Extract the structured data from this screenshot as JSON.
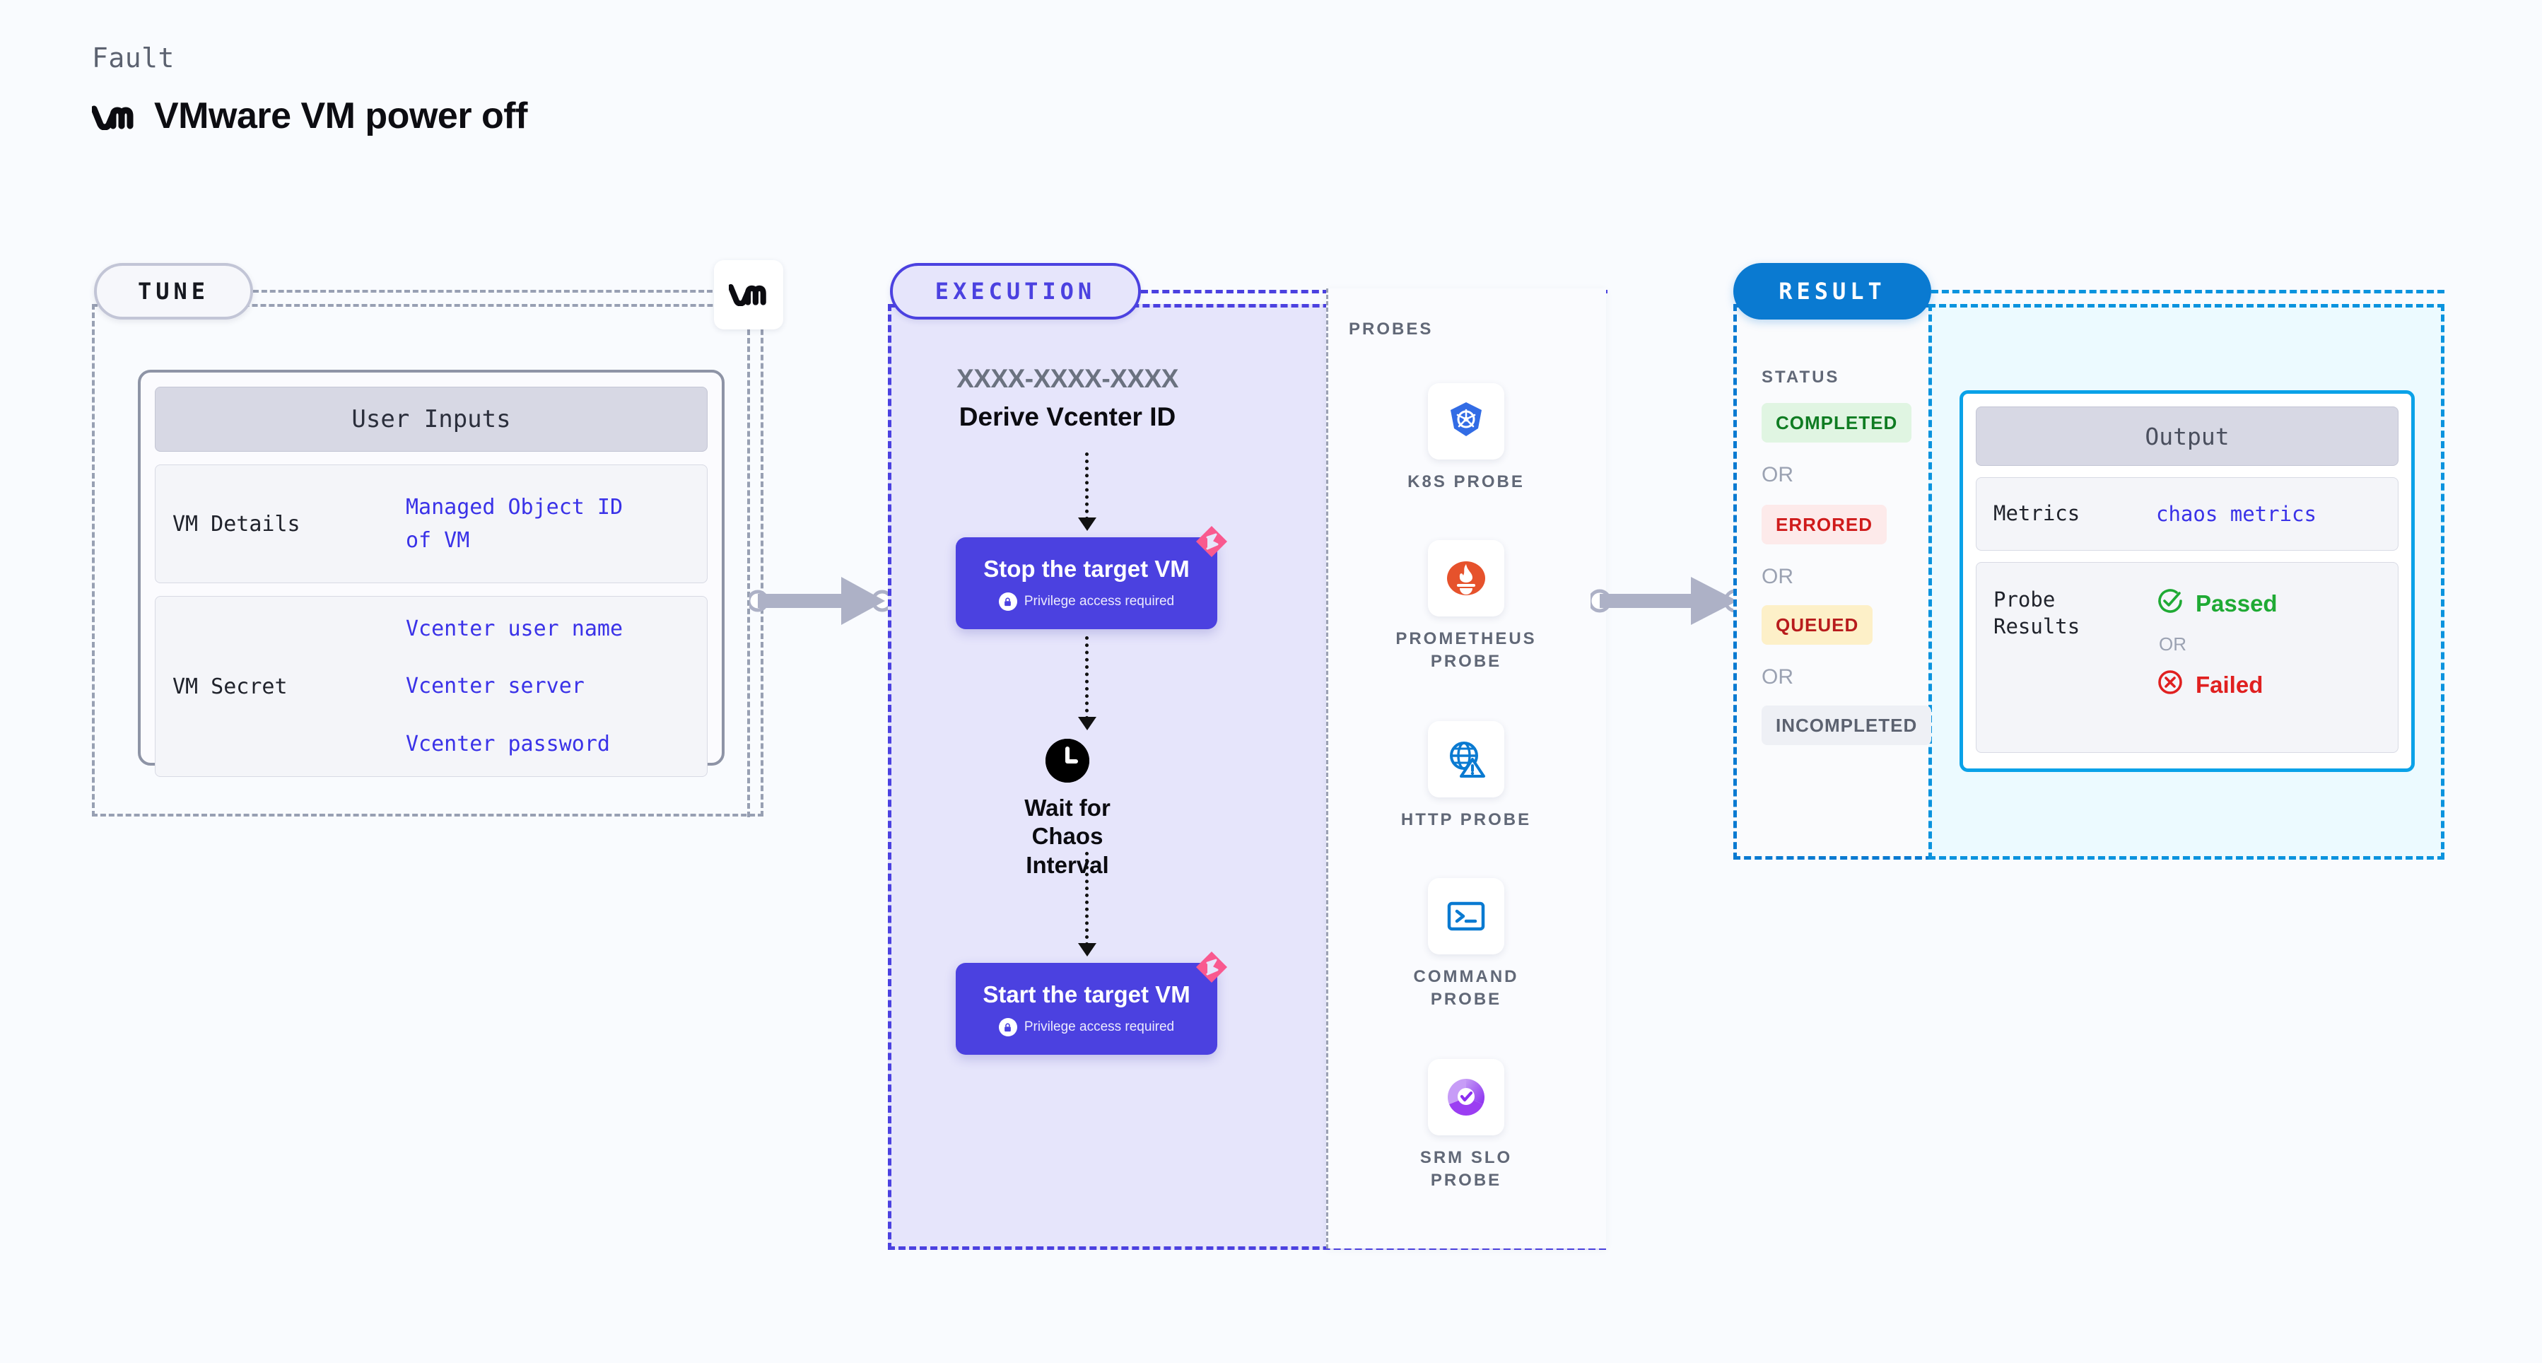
{
  "header": {
    "kicker": "Fault",
    "title": "VMware VM power off",
    "logo_icon": "vmware-logo-icon"
  },
  "tune": {
    "pill_label": "TUNE",
    "badge_icon": "vmware-logo-icon",
    "card": {
      "header": "User Inputs",
      "rows": [
        {
          "key": "VM Details",
          "values": [
            "Managed Object ID",
            "of VM"
          ]
        },
        {
          "key": "VM Secret",
          "values": [
            "Vcenter user name",
            "Vcenter server",
            "Vcenter password"
          ]
        }
      ]
    }
  },
  "execution": {
    "pill_label": "EXECUTION",
    "derive": {
      "id": "XXXX-XXXX-XXXX",
      "title": "Derive Vcenter ID"
    },
    "steps": [
      {
        "title": "Stop the target VM",
        "subtitle": "Privilege access required",
        "lock_icon": "lock-icon",
        "fault_icon": "chaos-fault-icon"
      },
      {
        "title": "Start the target VM",
        "subtitle": "Privilege access required",
        "lock_icon": "lock-icon",
        "fault_icon": "chaos-fault-icon"
      }
    ],
    "wait": {
      "icon": "clock-icon",
      "label": "Wait for Chaos\nInterval"
    }
  },
  "probes": {
    "section_label": "PROBES",
    "items": [
      {
        "name": "K8S  PROBE",
        "icon": "kubernetes-icon"
      },
      {
        "name": "PROMETHEUS\nPROBE",
        "icon": "prometheus-icon"
      },
      {
        "name": "HTTP  PROBE",
        "icon": "http-globe-warning-icon"
      },
      {
        "name": "COMMAND\nPROBE",
        "icon": "terminal-icon"
      },
      {
        "name": "SRM  SLO\nPROBE",
        "icon": "srm-slo-donut-icon"
      }
    ]
  },
  "result": {
    "pill_label": "RESULT",
    "status_label": "STATUS",
    "or_label": "OR",
    "statuses": [
      {
        "label": "COMPLETED",
        "text_color": "#0f7c22",
        "bg_color": "#e0f5e2"
      },
      {
        "label": "ERRORED",
        "text_color": "#cf1b1b",
        "bg_color": "#fdeaea"
      },
      {
        "label": "QUEUED",
        "text_color": "#b81c1c",
        "bg_color": "#fdf0c8"
      },
      {
        "label": "INCOMPLETED",
        "text_color": "#5c6270",
        "bg_color": "#eef0f5"
      }
    ],
    "output": {
      "header": "Output",
      "metrics_key": "Metrics",
      "metrics_value": "chaos metrics",
      "probe_results_key": "Probe\nResults",
      "passed_label": "Passed",
      "passed_icon": "check-circle-icon",
      "failed_label": "Failed",
      "failed_icon": "x-circle-icon",
      "or_label": "OR"
    }
  },
  "connectors": {
    "tune_to_execution_icon": "right-arrow-icon",
    "execution_to_result_icon": "right-arrow-icon"
  },
  "colors": {
    "background": "#f9fbfe",
    "tune_border": "#98a0b3",
    "execution_border": "#4b41e0",
    "execution_fill": "#e6e5fb",
    "result_border": "#0a93de",
    "result_fill": "#ecfaff",
    "accent_blue": "#0a7ad1",
    "code_blue": "#3a32e8",
    "fault_pink": "#f9598f"
  }
}
